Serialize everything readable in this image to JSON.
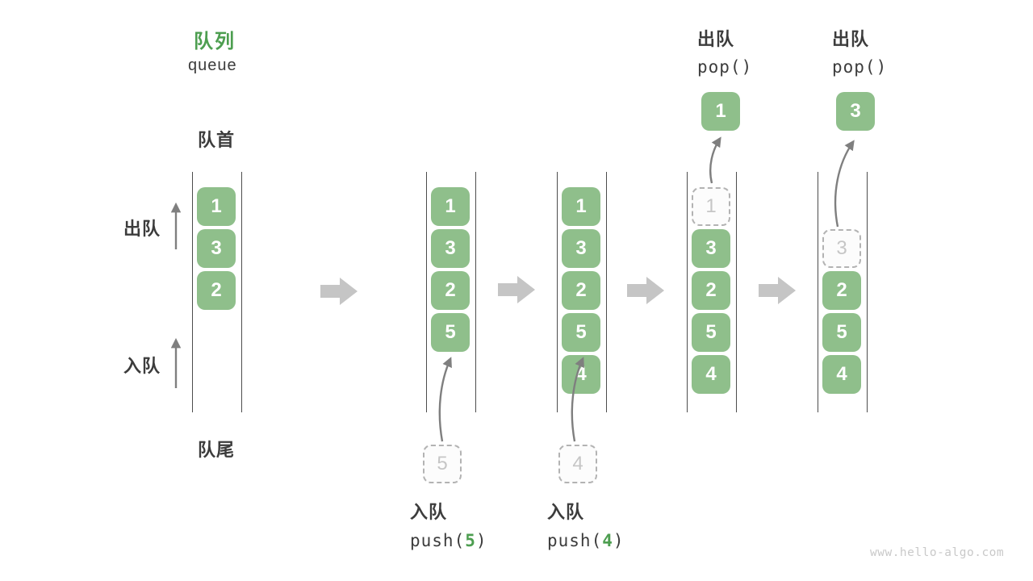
{
  "title": {
    "zh": "队列",
    "en": "queue"
  },
  "side_labels": {
    "front": "队首",
    "rear": "队尾",
    "dequeue": "出队",
    "enqueue": "入队"
  },
  "pop_annotations": [
    {
      "label": "出队",
      "code": "pop()",
      "value": "1"
    },
    {
      "label": "出队",
      "code": "pop()",
      "value": "3"
    }
  ],
  "push_annotations": [
    {
      "label": "入队",
      "code_prefix": "push(",
      "arg": "5",
      "code_suffix": ")",
      "staged_value": "5"
    },
    {
      "label": "入队",
      "code_prefix": "push(",
      "arg": "4",
      "code_suffix": ")",
      "staged_value": "4"
    }
  ],
  "queue_states": [
    {
      "name": "state-1",
      "boxes": [
        {
          "slot": 0,
          "value": "1",
          "style": "solid"
        },
        {
          "slot": 1,
          "value": "3",
          "style": "solid"
        },
        {
          "slot": 2,
          "value": "2",
          "style": "solid"
        }
      ]
    },
    {
      "name": "state-2",
      "boxes": [
        {
          "slot": 0,
          "value": "1",
          "style": "solid"
        },
        {
          "slot": 1,
          "value": "3",
          "style": "solid"
        },
        {
          "slot": 2,
          "value": "2",
          "style": "solid"
        },
        {
          "slot": 3,
          "value": "5",
          "style": "solid"
        }
      ]
    },
    {
      "name": "state-3",
      "boxes": [
        {
          "slot": 0,
          "value": "1",
          "style": "solid"
        },
        {
          "slot": 1,
          "value": "3",
          "style": "solid"
        },
        {
          "slot": 2,
          "value": "2",
          "style": "solid"
        },
        {
          "slot": 3,
          "value": "5",
          "style": "solid"
        },
        {
          "slot": 4,
          "value": "4",
          "style": "solid"
        }
      ]
    },
    {
      "name": "state-4",
      "boxes": [
        {
          "slot": 0,
          "value": "1",
          "style": "dashed"
        },
        {
          "slot": 1,
          "value": "3",
          "style": "solid"
        },
        {
          "slot": 2,
          "value": "2",
          "style": "solid"
        },
        {
          "slot": 3,
          "value": "5",
          "style": "solid"
        },
        {
          "slot": 4,
          "value": "4",
          "style": "solid"
        }
      ]
    },
    {
      "name": "state-5",
      "boxes": [
        {
          "slot": 1,
          "value": "3",
          "style": "dashed"
        },
        {
          "slot": 2,
          "value": "2",
          "style": "solid"
        },
        {
          "slot": 3,
          "value": "5",
          "style": "solid"
        },
        {
          "slot": 4,
          "value": "4",
          "style": "solid"
        }
      ]
    }
  ],
  "watermark": "www.hello-algo.com",
  "colors": {
    "accent_green": "#4D9E50",
    "box_green": "#8FBF8B",
    "box_number": "#FFFFFF",
    "text_dark": "#3C3C3C",
    "wall_gray": "#4D4D4D",
    "thin_arrow_gray": "#7F7F7F",
    "block_arrow_gray": "#C5C5C5",
    "dashed_border_gray": "#B3B3B3",
    "dashed_text_gray": "#C6C6C6",
    "watermark_gray": "#C9C9C9"
  }
}
